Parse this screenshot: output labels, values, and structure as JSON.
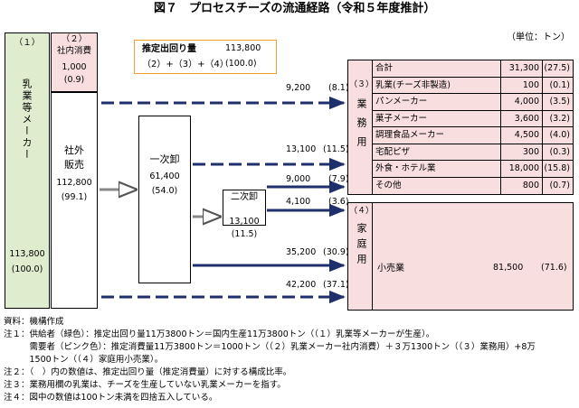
{
  "title": "図７　プロセスチーズの流通経路（令和５年度推計）",
  "unit": "（単位：トン）",
  "estimate": {
    "label": "推定出回り量",
    "value": "113,800",
    "formula": "（2）+（3）+（4）",
    "pct": "(100.0)"
  },
  "box1": {
    "num": "（１）",
    "label": "乳業等メーカー",
    "value": "113,800",
    "pct": "(100.0)"
  },
  "box2": {
    "num": "（２）",
    "label": "社内消費",
    "value": "1,000",
    "pct": "(0.9)"
  },
  "shagai": {
    "label1": "社外",
    "label2": "販売",
    "value": "112,800",
    "pct": "(99.1)"
  },
  "ichiji": {
    "label": "一次卸",
    "value": "61,400",
    "pct": "(54.0)"
  },
  "niji": {
    "label": "二次卸",
    "value": "13,100",
    "pct": "(11.5)"
  },
  "flows": [
    {
      "value": "9,200",
      "pct": "(8.1)"
    },
    {
      "value": "13,100",
      "pct": "(11.5)"
    },
    {
      "value": "9,000",
      "pct": "(7.9)"
    },
    {
      "value": "4,100",
      "pct": "(3.6)"
    },
    {
      "value": "35,200",
      "pct": "(30.9)"
    },
    {
      "value": "42,200",
      "pct": "(37.1)"
    }
  ],
  "gyomu": {
    "num": "（３）",
    "label": "業務用",
    "rows": [
      {
        "name": "合計",
        "value": "31,300",
        "pct": "(27.5)"
      },
      {
        "name": "乳業(チーズ非製造)",
        "value": "100",
        "pct": "(0.1)"
      },
      {
        "name": "パンメーカー",
        "value": "4,000",
        "pct": "(3.5)"
      },
      {
        "name": "菓子メーカー",
        "value": "3,600",
        "pct": "(3.2)"
      },
      {
        "name": "調理食品メーカー",
        "value": "4,500",
        "pct": "(4.0)"
      },
      {
        "name": "宅配ピザ",
        "value": "300",
        "pct": "(0.3)"
      },
      {
        "name": "外食・ホテル業",
        "value": "18,000",
        "pct": "(15.8)"
      },
      {
        "name": "その他",
        "value": "800",
        "pct": "(0.7)"
      }
    ]
  },
  "katei": {
    "num": "（４）",
    "label": "家庭用",
    "name": "小売業",
    "value": "81,500",
    "pct": "(71.6)"
  },
  "notes": [
    "資料：機構作成",
    "注１：供給者（緑色）：推定出回り量11万3800トン＝国内生産11万3800トン（（１）乳業等メーカーが生産）。",
    "　　　需要者（ピンク色）：推定消費量11万3800トン＝1000トン（（２）乳業メーカー社内消費）＋３万1300トン（（３）業務用）+8万",
    "　　　1500トン（（４）家庭用小売業）。",
    "注２：（　）内の数値は、推定出回り量（推定消費量）に対する構成比率。",
    "注３：業務用欄の乳業は、チーズを生産していない乳業メーカーを指す。",
    "注４：図中の数値は100トン未満を四捨五入している。"
  ],
  "colors": {
    "supplier": "#dfeccd",
    "consumer": "#f8dedf",
    "arrow": "#1f2f6b",
    "estimate_border": "#f0a030"
  }
}
